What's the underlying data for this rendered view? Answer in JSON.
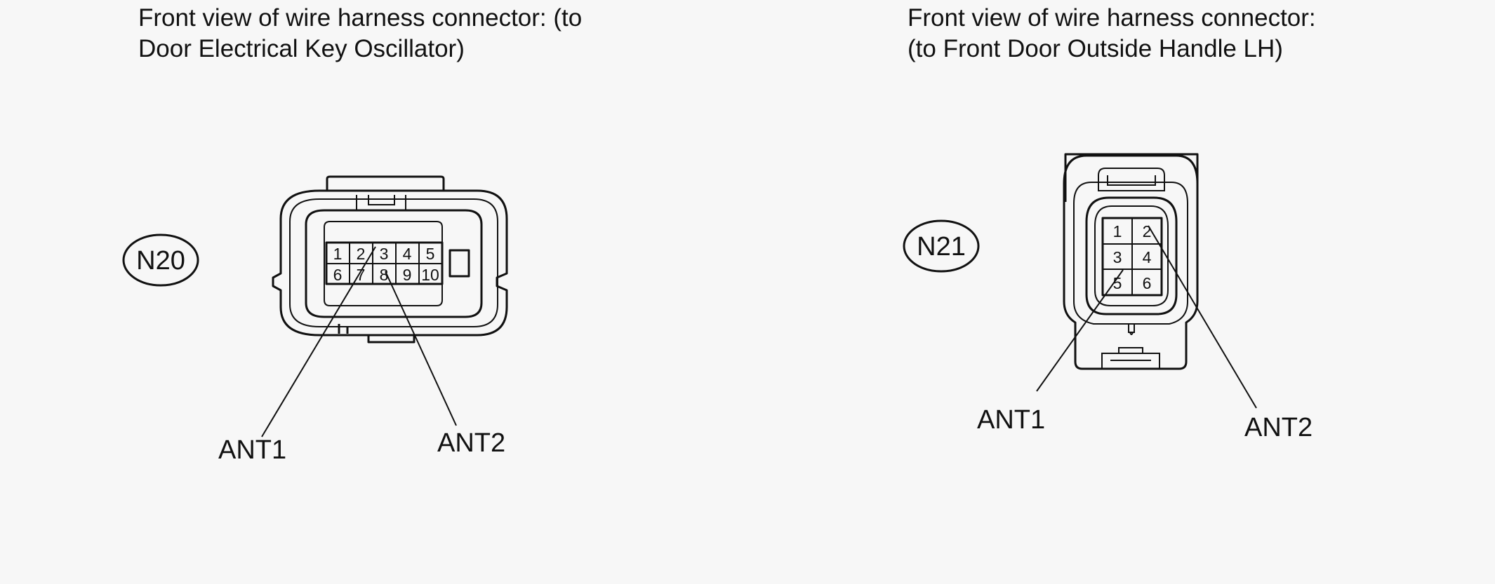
{
  "left_connector": {
    "title_line1": "Front view of wire harness connector: (to",
    "title_line2": "Door Electrical Key Oscillator)",
    "code": "N20",
    "pins": [
      "1",
      "2",
      "3",
      "4",
      "5",
      "6",
      "7",
      "8",
      "9",
      "10"
    ],
    "label_ant1": "ANT1",
    "label_ant2": "ANT2"
  },
  "right_connector": {
    "title_line1": "Front view of wire harness connector:",
    "title_line2": "(to Front Door Outside Handle LH)",
    "code": "N21",
    "pins": [
      "1",
      "2",
      "3",
      "4",
      "5",
      "6"
    ],
    "label_ant1": "ANT1",
    "label_ant2": "ANT2"
  }
}
